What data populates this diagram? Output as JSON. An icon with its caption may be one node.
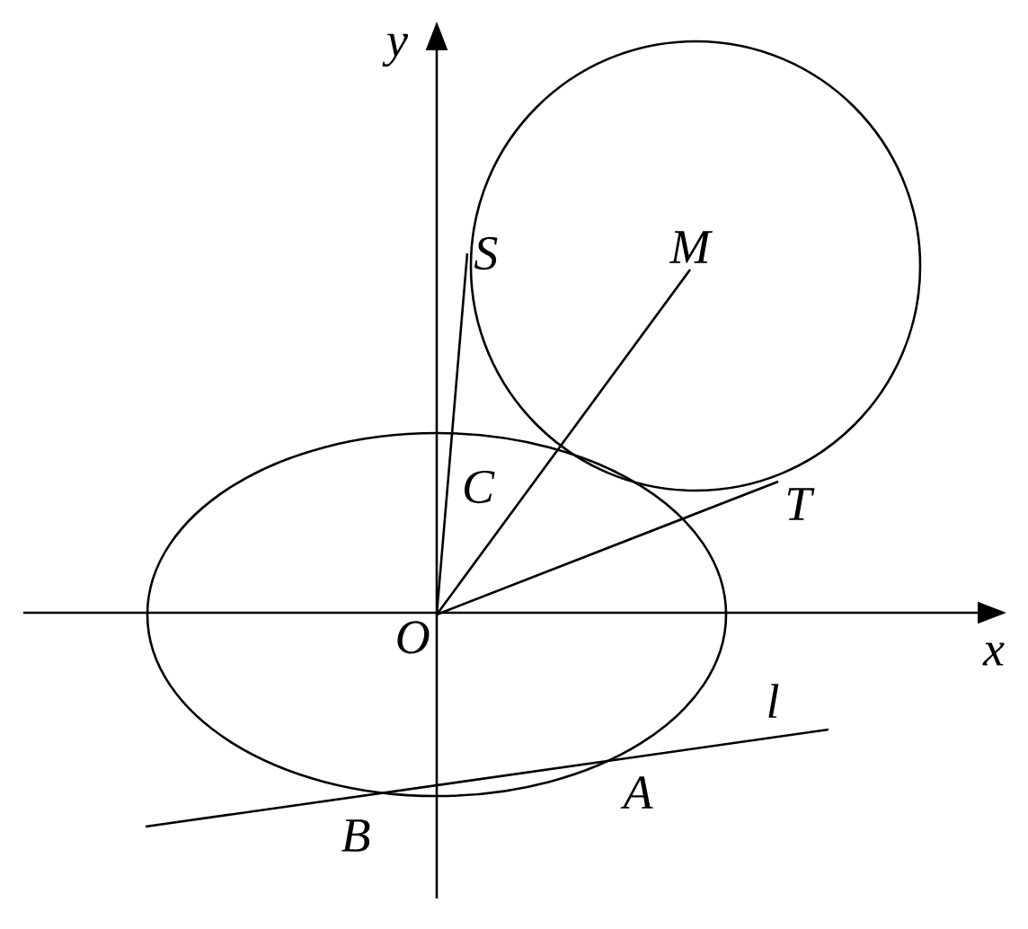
{
  "diagram": {
    "nodes": [
      {
        "text": [
          "O"
        ]
      },
      {
        "text": [
          "S"
        ]
      },
      {
        "text": [
          "M"
        ]
      },
      {
        "text": [
          "T"
        ]
      }
    ],
    "edges": [
      {
        "from": 0,
        "to": 1,
        "arrow": "none"
      },
      {
        "from": 0,
        "to": 2,
        "arrow": "none"
      },
      {
        "from": 0,
        "to": 3,
        "arrow": "none"
      }
    ],
    "labels": [
      "y",
      "C",
      "x",
      "l",
      "A",
      "B"
    ]
  }
}
